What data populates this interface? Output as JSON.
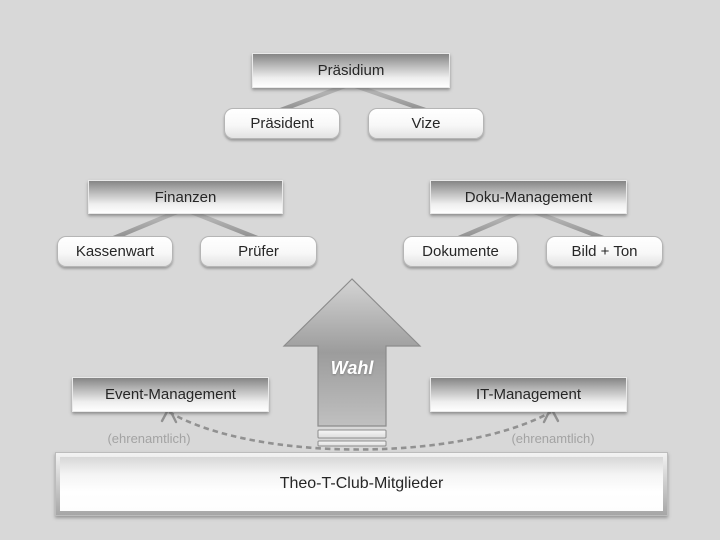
{
  "org_groups": [
    {
      "parent": "Präsidium",
      "children": [
        "Präsident",
        "Vize"
      ]
    },
    {
      "parent": "Finanzen",
      "children": [
        "Kassenwart",
        "Prüfer"
      ]
    },
    {
      "parent": "Doku-Management",
      "children": [
        "Dokumente",
        "Bild + Ton"
      ]
    }
  ],
  "election_arrow": {
    "label": "Wahl"
  },
  "volunteer_units": [
    {
      "label": "Event-Management",
      "note": "(ehrenamtlich)"
    },
    {
      "label": "IT-Management",
      "note": "(ehrenamtlich)"
    }
  ],
  "members_base": {
    "label": "Theo-T-Club-Mitglieder"
  },
  "colors": {
    "background": "#d8d8d8",
    "box_text": "#262626",
    "note_text": "#a3a3a3",
    "arrow_label": "#ffffff",
    "connector": "#a0a0a0",
    "dashed_arc": "#919191"
  }
}
